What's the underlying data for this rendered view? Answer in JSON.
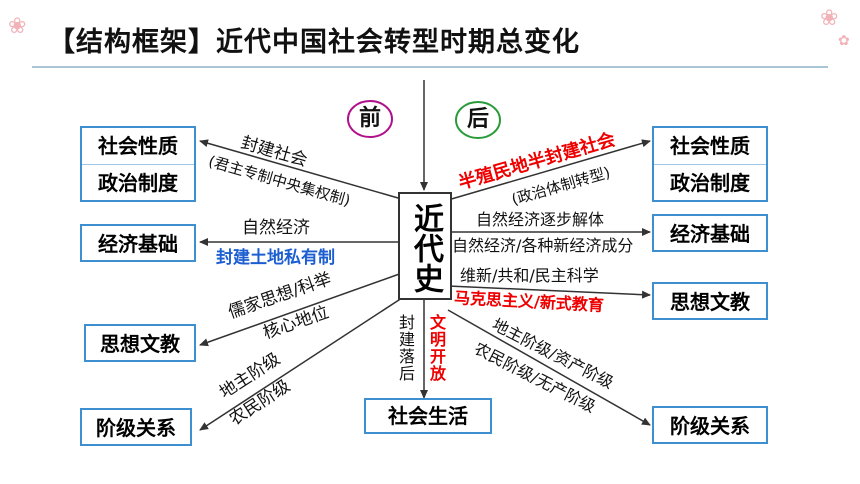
{
  "title": "【结构框架】近代中国社会转型时期总变化",
  "center": "近代史",
  "markers": {
    "before": "前",
    "after": "后"
  },
  "left_boxes": {
    "nature": "社会性质",
    "politics": "政治制度",
    "economy": "经济基础",
    "thought": "思想文教",
    "class": "阶级关系"
  },
  "right_boxes": {
    "nature": "社会性质",
    "politics": "政治制度",
    "economy": "经济基础",
    "thought": "思想文教",
    "class": "阶级关系"
  },
  "bottom_box": "社会生活",
  "labels": {
    "feudal_society": "封建社会",
    "autocracy": "(君主专制中央集权制)",
    "natural_economy": "自然经济",
    "feudal_land": "封建土地私有制",
    "confucian": "儒家思想/科举",
    "core_status": "核心地位",
    "landlord": "地主阶级",
    "peasant": "农民阶级",
    "semi_colonial": "半殖民地半封建社会",
    "political_transform": "(政治体制转型)",
    "economy_decline": "自然经济逐步解体",
    "economy_new": "自然经济/各种新经济成分",
    "reform_republic": "维新/共和/民主科学",
    "marxism": "马克思主义/新式教育",
    "bourgeois": "地主阶级/资产阶级",
    "proletariat": "农民阶级/无产阶级",
    "feudal_backward": "封建落后",
    "civilized_open": "文明开放"
  }
}
